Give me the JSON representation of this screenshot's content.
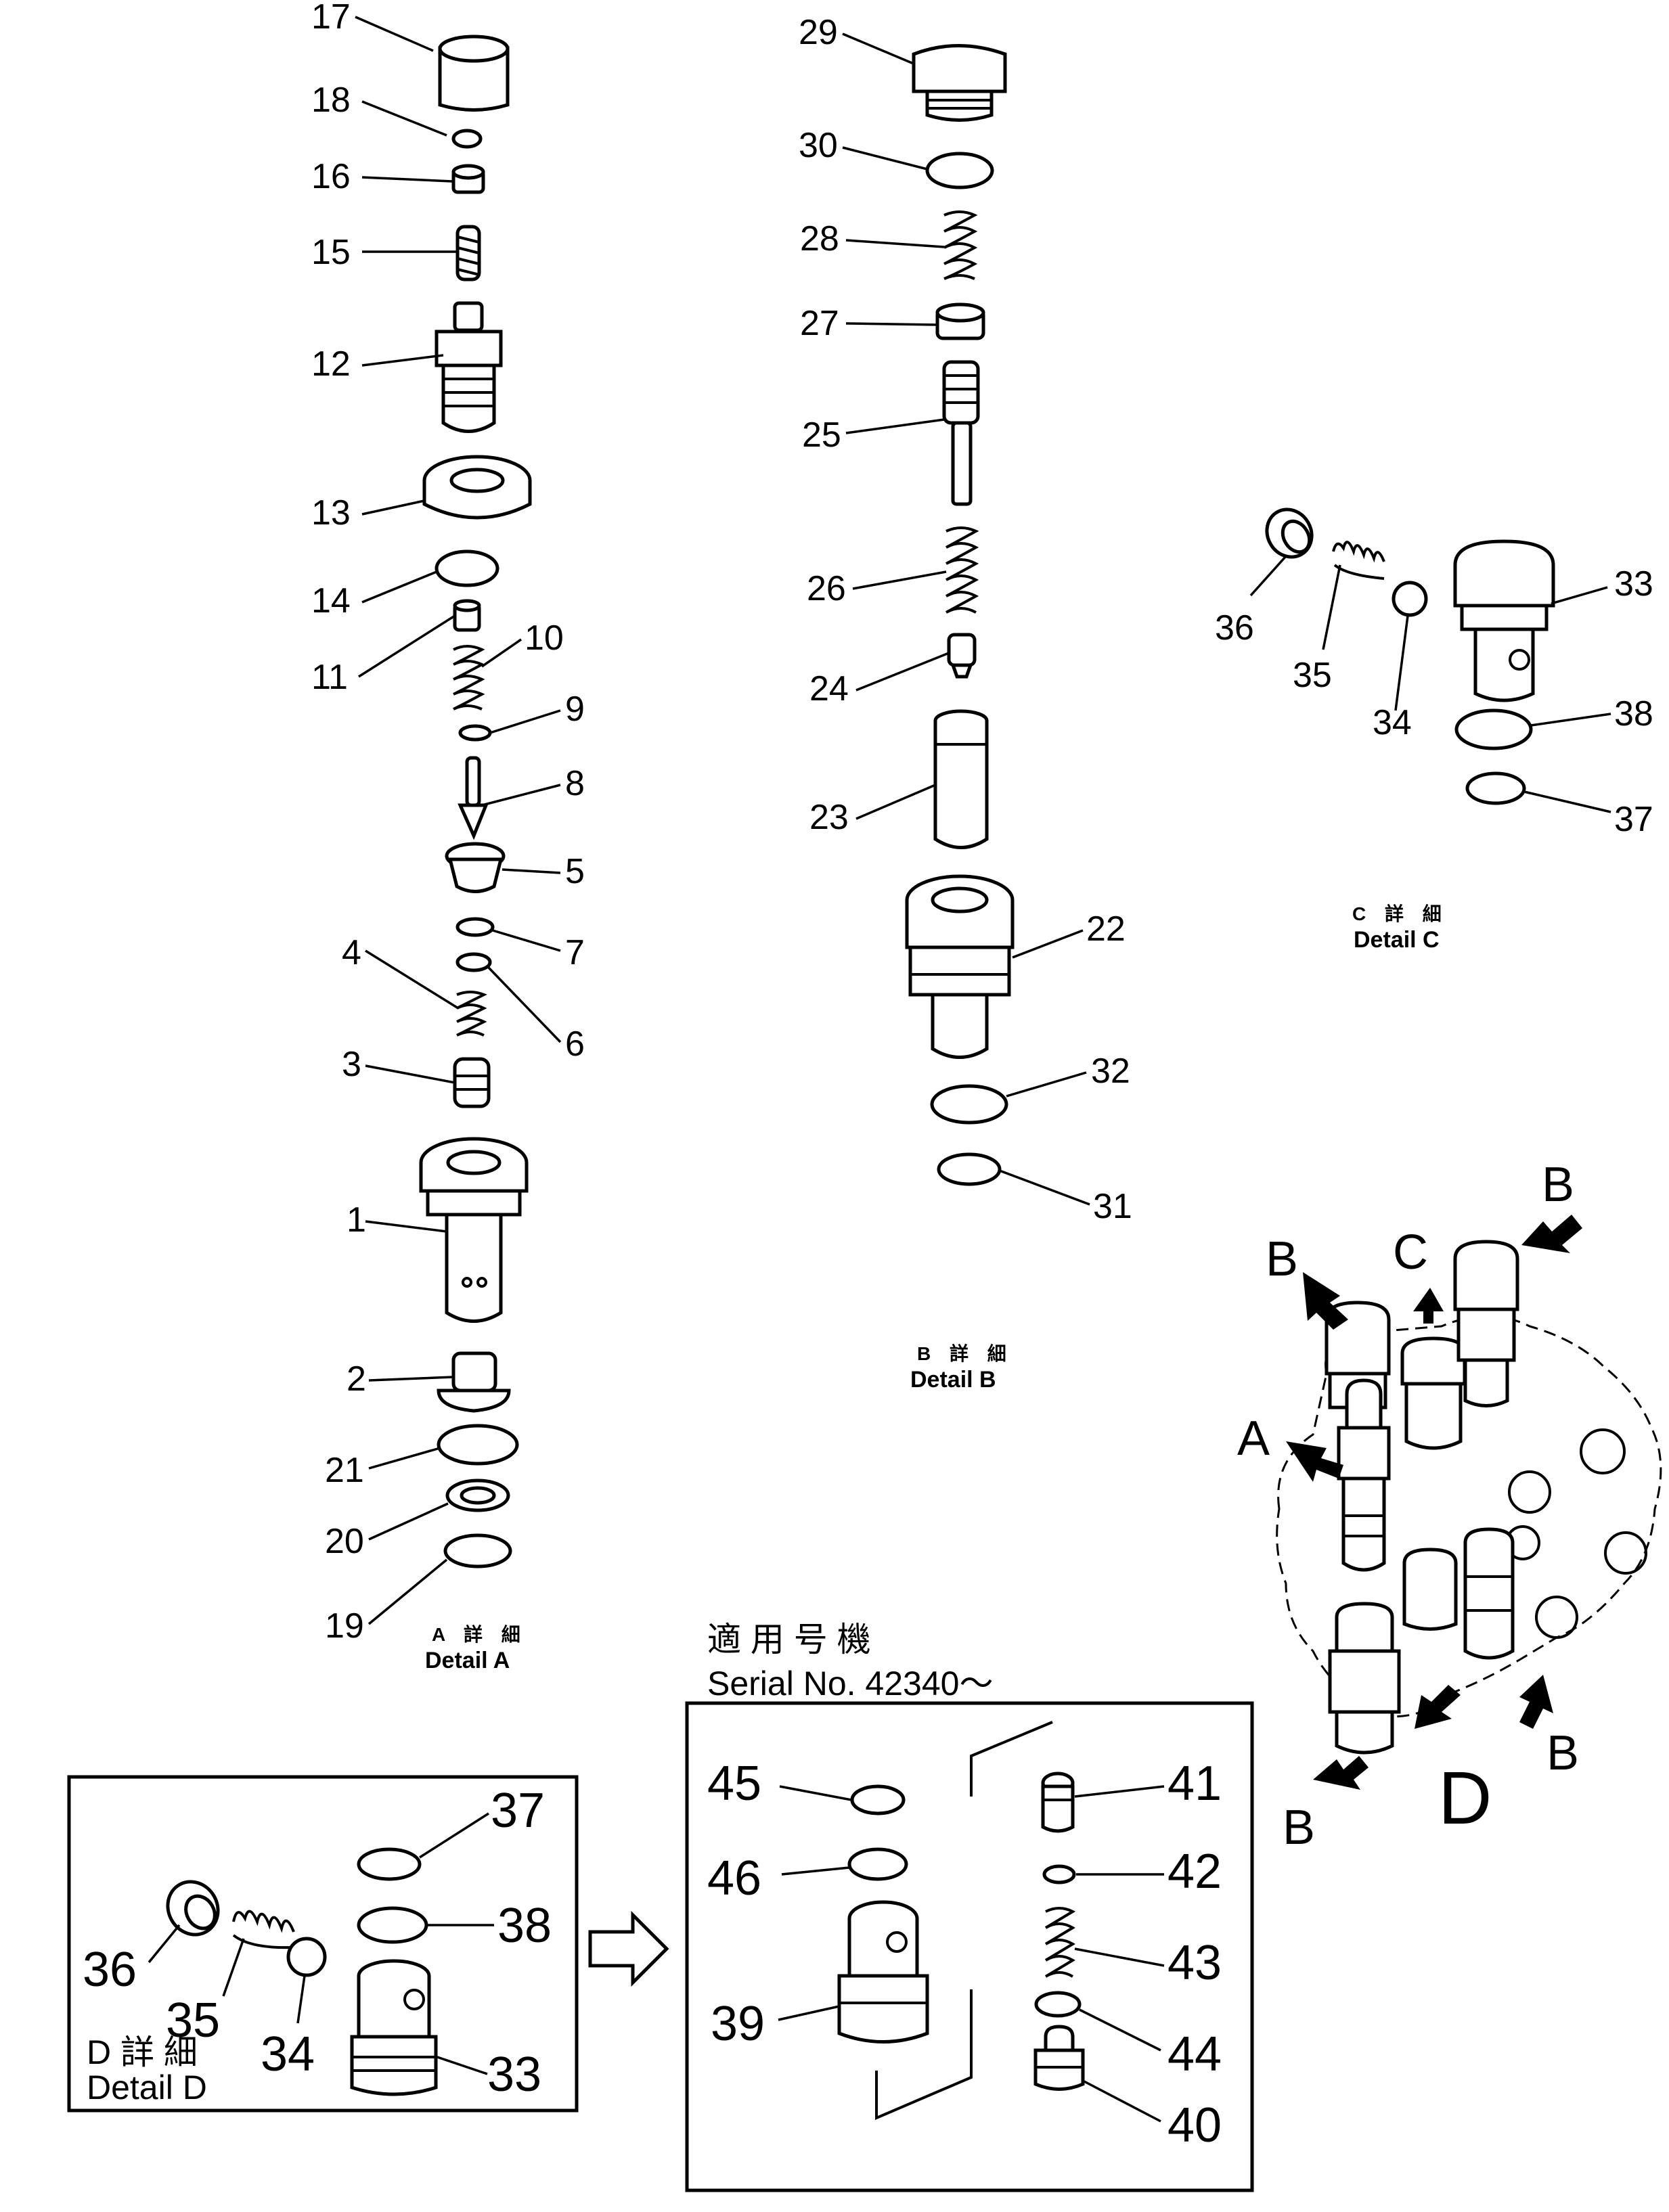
{
  "detail_a": {
    "parts": [
      "17",
      "18",
      "16",
      "15",
      "12",
      "13",
      "14",
      "11",
      "10",
      "9",
      "8",
      "5",
      "7",
      "6",
      "4",
      "3",
      "1",
      "2",
      "21",
      "20",
      "19"
    ],
    "label_jp": "A 詳 細",
    "label_en": "Detail A"
  },
  "detail_b": {
    "parts": [
      "29",
      "30",
      "28",
      "27",
      "25",
      "26",
      "24",
      "23",
      "22",
      "32",
      "31"
    ],
    "label_jp": "B 詳 細",
    "label_en": "Detail B"
  },
  "detail_c": {
    "parts": [
      "33",
      "36",
      "35",
      "34",
      "38",
      "37"
    ],
    "label_jp": "C 詳 細",
    "label_en": "Detail C"
  },
  "detail_d": {
    "parts": [
      "37",
      "38",
      "36",
      "35",
      "34",
      "33"
    ],
    "label_jp": "D 詳 細",
    "label_en": "Detail D"
  },
  "serial_box": {
    "title_jp": "適 用 号 機",
    "title_en": "Serial No. 42340〜",
    "parts": [
      "45",
      "46",
      "39",
      "41",
      "42",
      "43",
      "44",
      "40"
    ]
  },
  "assembly": {
    "markers": [
      "B",
      "B",
      "C",
      "A",
      "D",
      "B",
      "B"
    ]
  }
}
